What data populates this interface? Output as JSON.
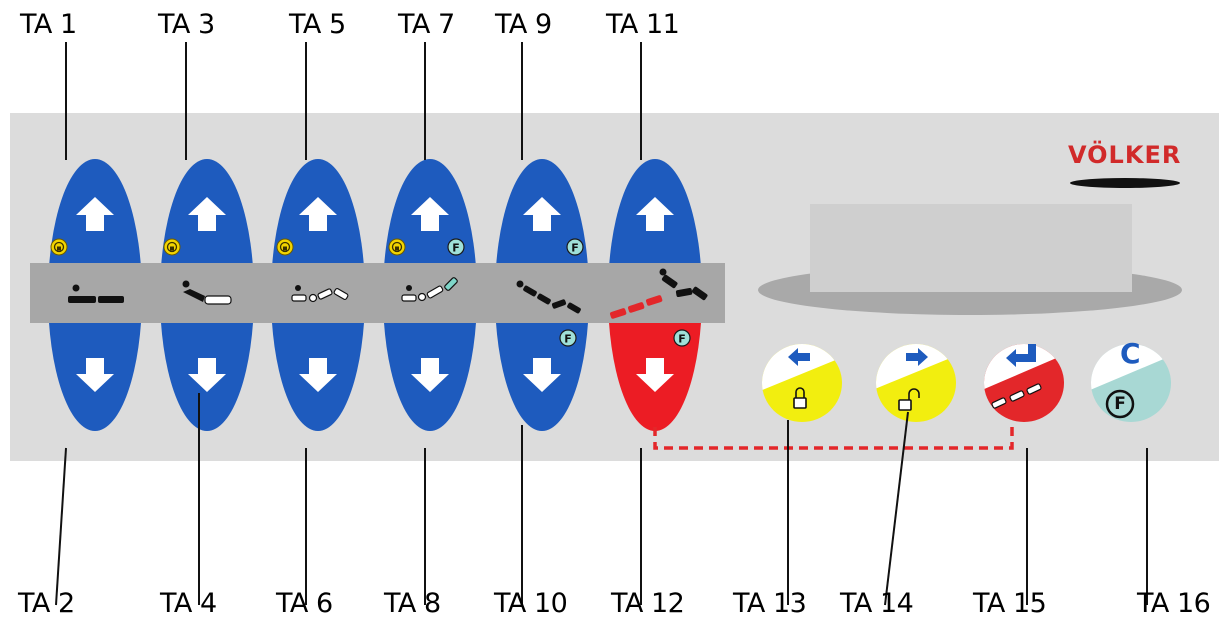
{
  "brand": "VÖLKER",
  "colors": {
    "panel": "#dcdcdc",
    "button_blue": "#1e5bbe",
    "button_red": "#ec1c24",
    "strip": "#a7a7a7",
    "lock_yellow": "#f2ee0f",
    "red_half": "#e3272a",
    "teal_half": "#a8d8d4",
    "display": "#cfcfcf",
    "display_shadow": "#a9a9a9",
    "dashed_line": "#e3272a"
  },
  "labels": {
    "ta1": "TA 1",
    "ta2": "TA 2",
    "ta3": "TA 3",
    "ta4": "TA 4",
    "ta5": "TA 5",
    "ta6": "TA 6",
    "ta7": "TA 7",
    "ta8": "TA 8",
    "ta9": "TA 9",
    "ta10": "TA 10",
    "ta11": "TA 11",
    "ta12": "TA 12",
    "ta13": "TA 13",
    "ta14": "TA 14",
    "ta15": "TA 15",
    "ta16": "TA 16"
  },
  "function_buttons": {
    "ta16_letter": "C",
    "f_badge": "F"
  },
  "icons": {
    "up": "arrow-up-icon",
    "down": "arrow-down-icon",
    "left": "arrow-left-icon",
    "right": "arrow-right-icon",
    "return": "return-arrow-icon",
    "lock": "lock-icon",
    "unlock": "unlock-icon",
    "function": "f-badge-icon"
  }
}
